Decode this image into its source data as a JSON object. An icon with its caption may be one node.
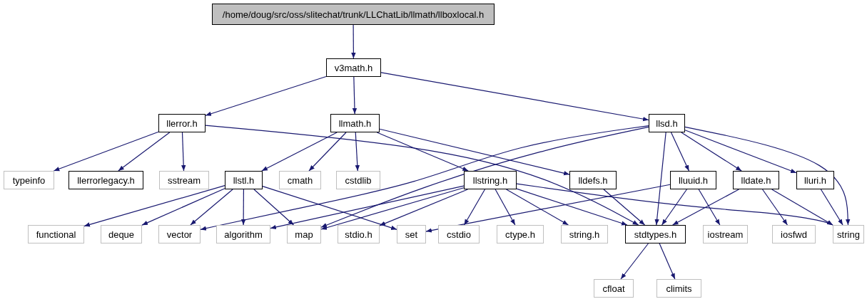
{
  "diagram": {
    "nodes": [
      {
        "text": [
          "/home/doug/src/oss/slitechat/trunk/LLChatLib/llmath/llboxlocal.h"
        ]
      },
      {
        "text": [
          "v3math.h"
        ]
      },
      {
        "text": [
          "llerror.h"
        ]
      },
      {
        "text": [
          "llmath.h"
        ]
      },
      {
        "text": [
          "llsd.h"
        ]
      },
      {
        "text": [
          "typeinfo"
        ]
      },
      {
        "text": [
          "llerrorlegacy.h"
        ]
      },
      {
        "text": [
          "sstream"
        ]
      },
      {
        "text": [
          "llstl.h"
        ]
      },
      {
        "text": [
          "cmath"
        ]
      },
      {
        "text": [
          "cstdlib"
        ]
      },
      {
        "text": [
          "llstring.h"
        ]
      },
      {
        "text": [
          "lldefs.h"
        ]
      },
      {
        "text": [
          "lluuid.h"
        ]
      },
      {
        "text": [
          "lldate.h"
        ]
      },
      {
        "text": [
          "lluri.h"
        ]
      },
      {
        "text": [
          "functional"
        ]
      },
      {
        "text": [
          "deque"
        ]
      },
      {
        "text": [
          "vector"
        ]
      },
      {
        "text": [
          "algorithm"
        ]
      },
      {
        "text": [
          "map"
        ]
      },
      {
        "text": [
          "stdio.h"
        ]
      },
      {
        "text": [
          "set"
        ]
      },
      {
        "text": [
          "cstdio"
        ]
      },
      {
        "text": [
          "ctype.h"
        ]
      },
      {
        "text": [
          "string.h"
        ]
      },
      {
        "text": [
          "stdtypes.h"
        ]
      },
      {
        "text": [
          "iostream"
        ]
      },
      {
        "text": [
          "iosfwd"
        ]
      },
      {
        "text": [
          "string"
        ]
      },
      {
        "text": [
          "cfloat"
        ]
      },
      {
        "text": [
          "climits"
        ]
      }
    ],
    "edges": [
      {
        "from": 0,
        "to": 1,
        "arrow": "to"
      },
      {
        "from": 1,
        "to": 2,
        "arrow": "to"
      },
      {
        "from": 1,
        "to": 3,
        "arrow": "to"
      },
      {
        "from": 1,
        "to": 4,
        "arrow": "to"
      },
      {
        "from": 2,
        "to": 5,
        "arrow": "to"
      },
      {
        "from": 2,
        "to": 6,
        "arrow": "to"
      },
      {
        "from": 2,
        "to": 7,
        "arrow": "to"
      },
      {
        "from": 2,
        "to": 26,
        "arrow": "to"
      },
      {
        "from": 3,
        "to": 8,
        "arrow": "to"
      },
      {
        "from": 3,
        "to": 9,
        "arrow": "to"
      },
      {
        "from": 3,
        "to": 10,
        "arrow": "to"
      },
      {
        "from": 3,
        "to": 11,
        "arrow": "to"
      },
      {
        "from": 3,
        "to": 12,
        "arrow": "to"
      },
      {
        "from": 4,
        "to": 18,
        "arrow": "to"
      },
      {
        "from": 4,
        "to": 20,
        "arrow": "to"
      },
      {
        "from": 4,
        "to": 26,
        "arrow": "to"
      },
      {
        "from": 4,
        "to": 13,
        "arrow": "to"
      },
      {
        "from": 4,
        "to": 14,
        "arrow": "to"
      },
      {
        "from": 4,
        "to": 15,
        "arrow": "to"
      },
      {
        "from": 4,
        "to": 29,
        "arrow": "to"
      },
      {
        "from": 8,
        "to": 16,
        "arrow": "to"
      },
      {
        "from": 8,
        "to": 17,
        "arrow": "to"
      },
      {
        "from": 8,
        "to": 18,
        "arrow": "to"
      },
      {
        "from": 8,
        "to": 19,
        "arrow": "to"
      },
      {
        "from": 8,
        "to": 20,
        "arrow": "to"
      },
      {
        "from": 8,
        "to": 22,
        "arrow": "to"
      },
      {
        "from": 11,
        "to": 19,
        "arrow": "to"
      },
      {
        "from": 11,
        "to": 20,
        "arrow": "to"
      },
      {
        "from": 11,
        "to": 21,
        "arrow": "to"
      },
      {
        "from": 11,
        "to": 23,
        "arrow": "to"
      },
      {
        "from": 11,
        "to": 24,
        "arrow": "to"
      },
      {
        "from": 11,
        "to": 25,
        "arrow": "to"
      },
      {
        "from": 11,
        "to": 26,
        "arrow": "to"
      },
      {
        "from": 11,
        "to": 29,
        "arrow": "to"
      },
      {
        "from": 12,
        "to": 26,
        "arrow": "to"
      },
      {
        "from": 13,
        "to": 22,
        "arrow": "to"
      },
      {
        "from": 13,
        "to": 26,
        "arrow": "to"
      },
      {
        "from": 13,
        "to": 27,
        "arrow": "to"
      },
      {
        "from": 14,
        "to": 26,
        "arrow": "to"
      },
      {
        "from": 14,
        "to": 28,
        "arrow": "to"
      },
      {
        "from": 14,
        "to": 29,
        "arrow": "to"
      },
      {
        "from": 15,
        "to": 29,
        "arrow": "to"
      },
      {
        "from": 26,
        "to": 30,
        "arrow": "to"
      },
      {
        "from": 26,
        "to": 31,
        "arrow": "to"
      }
    ]
  }
}
